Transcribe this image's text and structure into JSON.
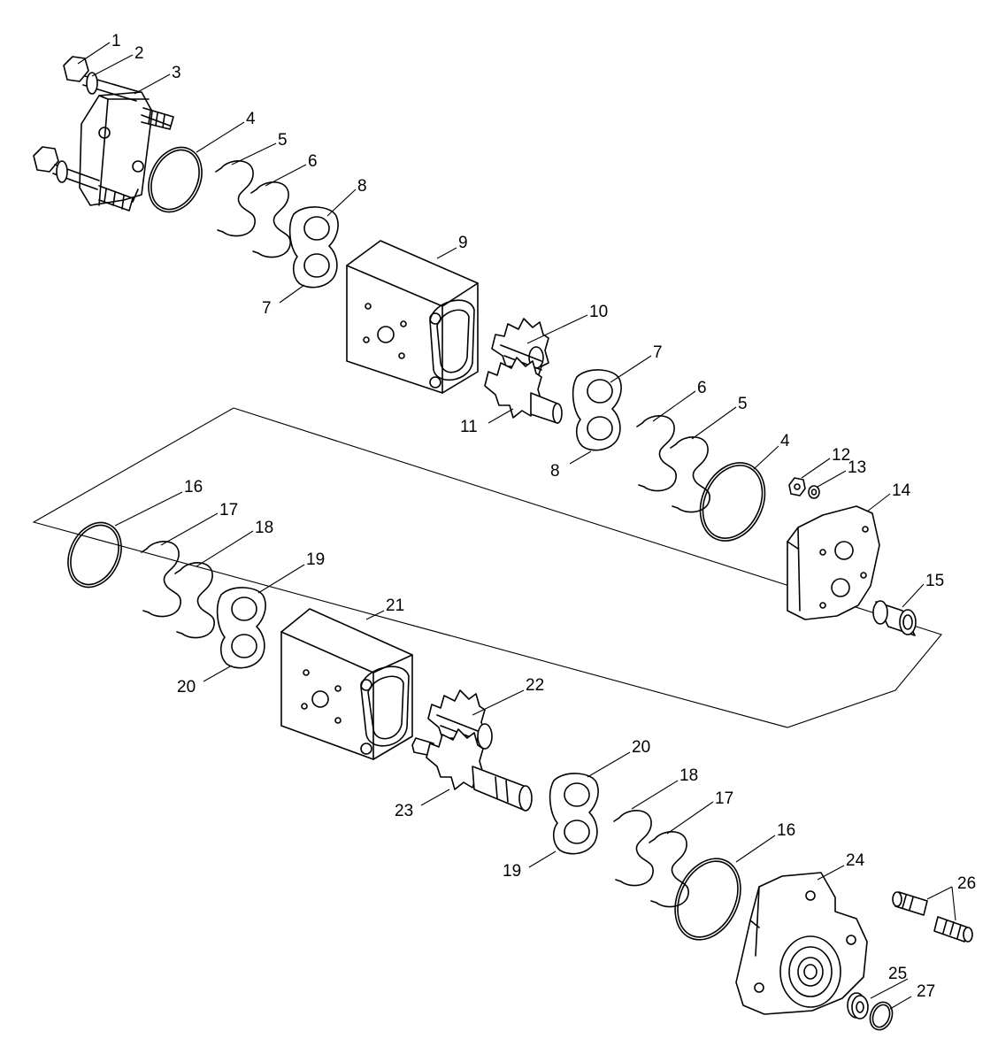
{
  "callouts": [
    {
      "id": "c1",
      "text": "1"
    },
    {
      "id": "c2",
      "text": "2"
    },
    {
      "id": "c3",
      "text": "3"
    },
    {
      "id": "c4a",
      "text": "4"
    },
    {
      "id": "c5a",
      "text": "5"
    },
    {
      "id": "c6a",
      "text": "6"
    },
    {
      "id": "c8a",
      "text": "8"
    },
    {
      "id": "c7a",
      "text": "7"
    },
    {
      "id": "c9",
      "text": "9"
    },
    {
      "id": "c10",
      "text": "10"
    },
    {
      "id": "c11",
      "text": "11"
    },
    {
      "id": "c7b",
      "text": "7"
    },
    {
      "id": "c6b",
      "text": "6"
    },
    {
      "id": "c5b",
      "text": "5"
    },
    {
      "id": "c8b",
      "text": "8"
    },
    {
      "id": "c4b",
      "text": "4"
    },
    {
      "id": "c12",
      "text": "12"
    },
    {
      "id": "c13",
      "text": "13"
    },
    {
      "id": "c14",
      "text": "14"
    },
    {
      "id": "c15",
      "text": "15"
    },
    {
      "id": "c16a",
      "text": "16"
    },
    {
      "id": "c17a",
      "text": "17"
    },
    {
      "id": "c18a",
      "text": "18"
    },
    {
      "id": "c19a",
      "text": "19"
    },
    {
      "id": "c21",
      "text": "21"
    },
    {
      "id": "c20a",
      "text": "20"
    },
    {
      "id": "c22",
      "text": "22"
    },
    {
      "id": "c20b",
      "text": "20"
    },
    {
      "id": "c18b",
      "text": "18"
    },
    {
      "id": "c17b",
      "text": "17"
    },
    {
      "id": "c23",
      "text": "23"
    },
    {
      "id": "c16b",
      "text": "16"
    },
    {
      "id": "c19b",
      "text": "19"
    },
    {
      "id": "c24",
      "text": "24"
    },
    {
      "id": "c26",
      "text": "26"
    },
    {
      "id": "c25",
      "text": "25"
    },
    {
      "id": "c27",
      "text": "27"
    }
  ]
}
